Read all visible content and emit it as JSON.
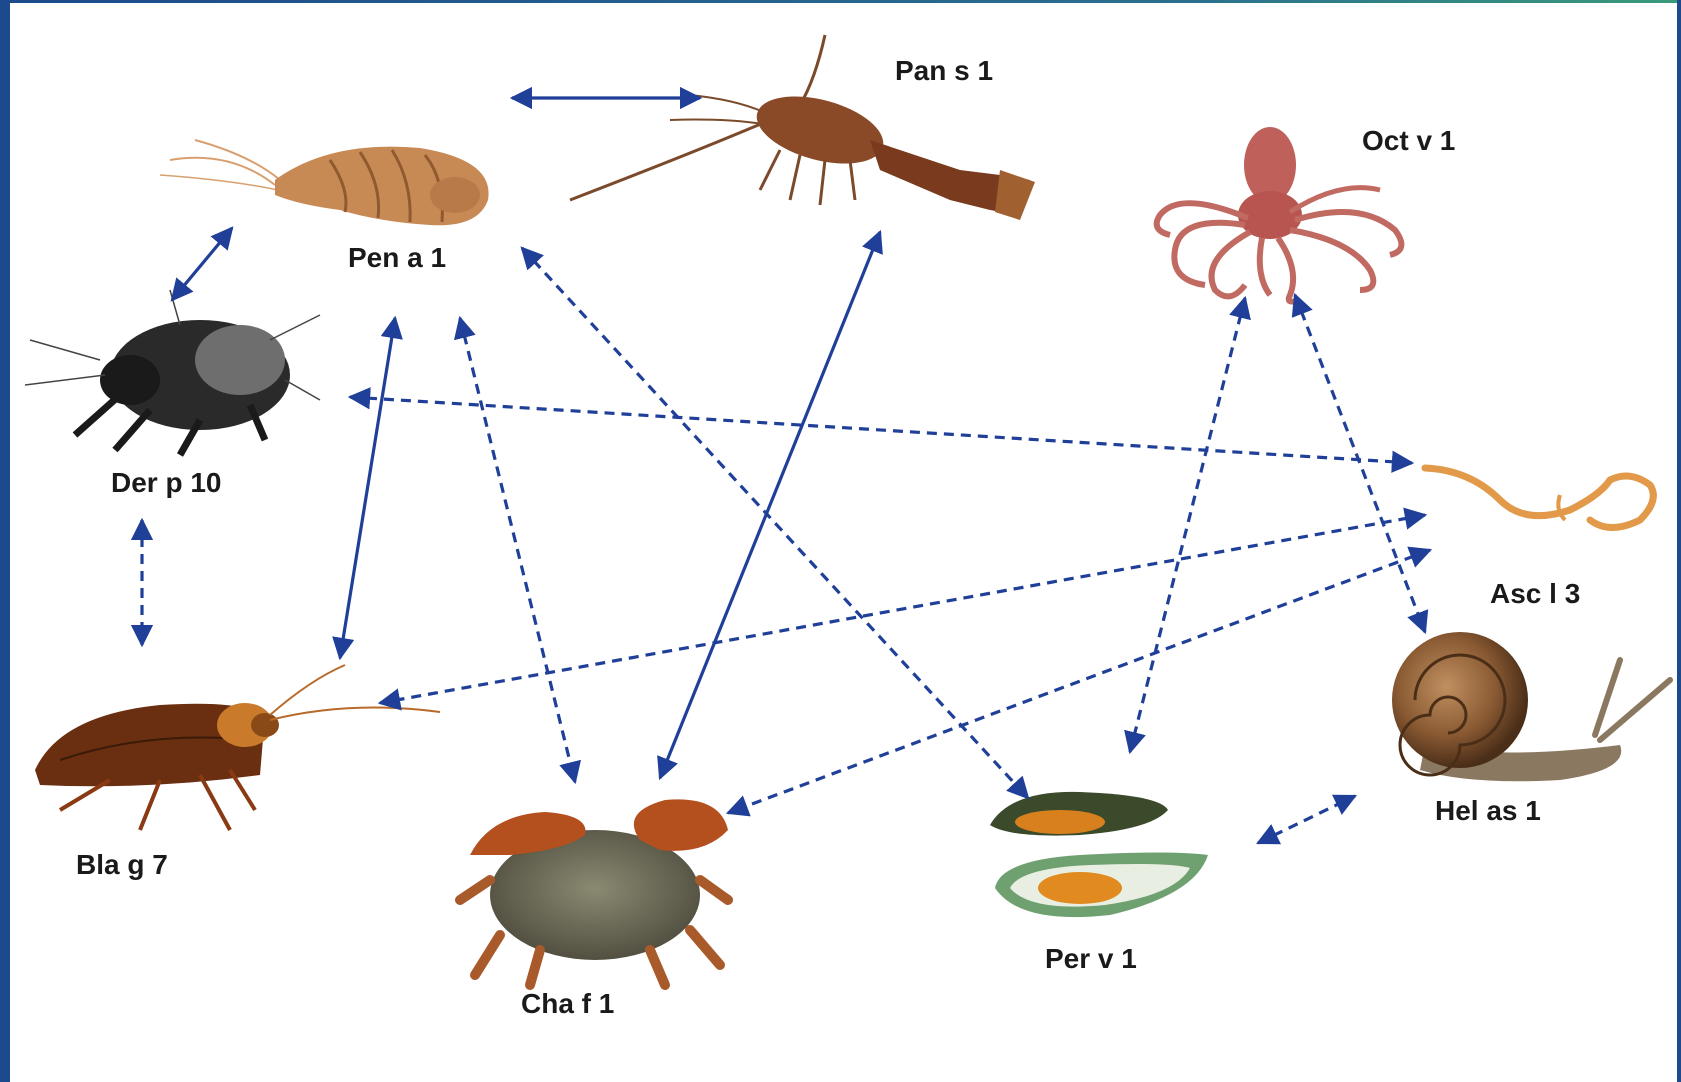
{
  "labels": {
    "pen_a_1": "Pen a 1",
    "pan_s_1": "Pan s 1",
    "oct_v_1": "Oct v 1",
    "der_p_10": "Der p 10",
    "asc_l_3": "Asc l 3",
    "bla_g_7": "Bla g 7",
    "cha_f_1": "Cha f 1",
    "per_v_1": "Per v 1",
    "hel_as_1": "Hel as 1"
  },
  "colors": {
    "arrow": "#1f3f99",
    "frame": "#1c4a8c"
  },
  "organisms": [
    {
      "id": "shrimp",
      "icon": "shrimp-icon",
      "label_key": "pen_a_1"
    },
    {
      "id": "lobster",
      "icon": "lobster-icon",
      "label_key": "pan_s_1"
    },
    {
      "id": "octopus",
      "icon": "octopus-icon",
      "label_key": "oct_v_1"
    },
    {
      "id": "mite",
      "icon": "dust-mite-icon",
      "label_key": "der_p_10"
    },
    {
      "id": "worm",
      "icon": "roundworm-icon",
      "label_key": "asc_l_3"
    },
    {
      "id": "cockroach",
      "icon": "cockroach-icon",
      "label_key": "bla_g_7"
    },
    {
      "id": "crab",
      "icon": "crab-icon",
      "label_key": "cha_f_1"
    },
    {
      "id": "mussel",
      "icon": "mussel-icon",
      "label_key": "per_v_1"
    },
    {
      "id": "snail",
      "icon": "snail-icon",
      "label_key": "hel_as_1"
    }
  ],
  "connections": [
    {
      "from": "shrimp",
      "to": "lobster",
      "style": "solid"
    },
    {
      "from": "shrimp",
      "to": "mite",
      "style": "solid"
    },
    {
      "from": "shrimp",
      "to": "cockroach",
      "style": "solid"
    },
    {
      "from": "lobster",
      "to": "crab",
      "style": "solid"
    },
    {
      "from": "shrimp",
      "to": "crab",
      "style": "dashed"
    },
    {
      "from": "shrimp",
      "to": "mussel",
      "style": "dashed"
    },
    {
      "from": "mite",
      "to": "cockroach",
      "style": "dashed"
    },
    {
      "from": "mite",
      "to": "worm",
      "style": "dashed"
    },
    {
      "from": "worm",
      "to": "cockroach",
      "style": "dashed"
    },
    {
      "from": "worm",
      "to": "crab",
      "style": "dashed"
    },
    {
      "from": "octopus",
      "to": "mussel",
      "style": "dashed"
    },
    {
      "from": "octopus",
      "to": "snail",
      "style": "dashed"
    },
    {
      "from": "mussel",
      "to": "snail",
      "style": "dashed"
    }
  ]
}
